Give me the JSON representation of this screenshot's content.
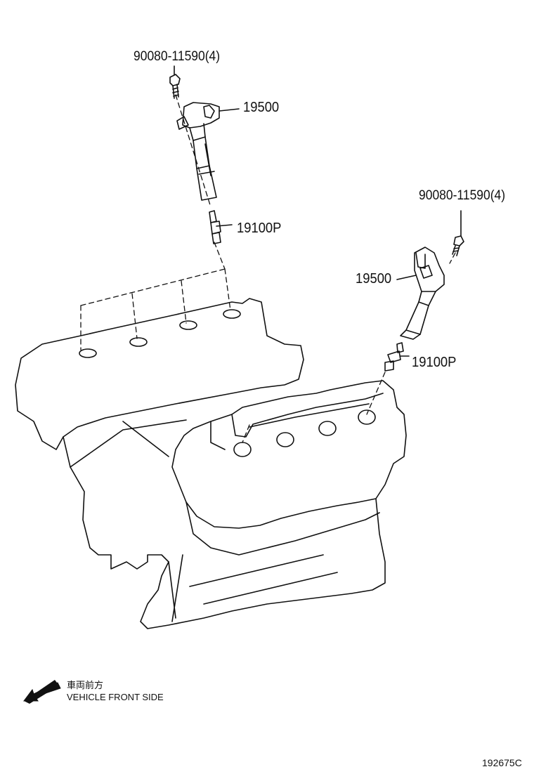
{
  "labels": {
    "bolt_top": "90080-11590(4)",
    "coil_top": "19500",
    "plug_top": "19100P",
    "bolt_right": "90080-11590(4)",
    "coil_right": "19500",
    "plug_right": "19100P"
  },
  "direction": {
    "japanese": "車両前方",
    "english": "VEHICLE FRONT SIDE"
  },
  "figure_code": "192675C",
  "colors": {
    "line": "#111111",
    "background": "#ffffff"
  }
}
